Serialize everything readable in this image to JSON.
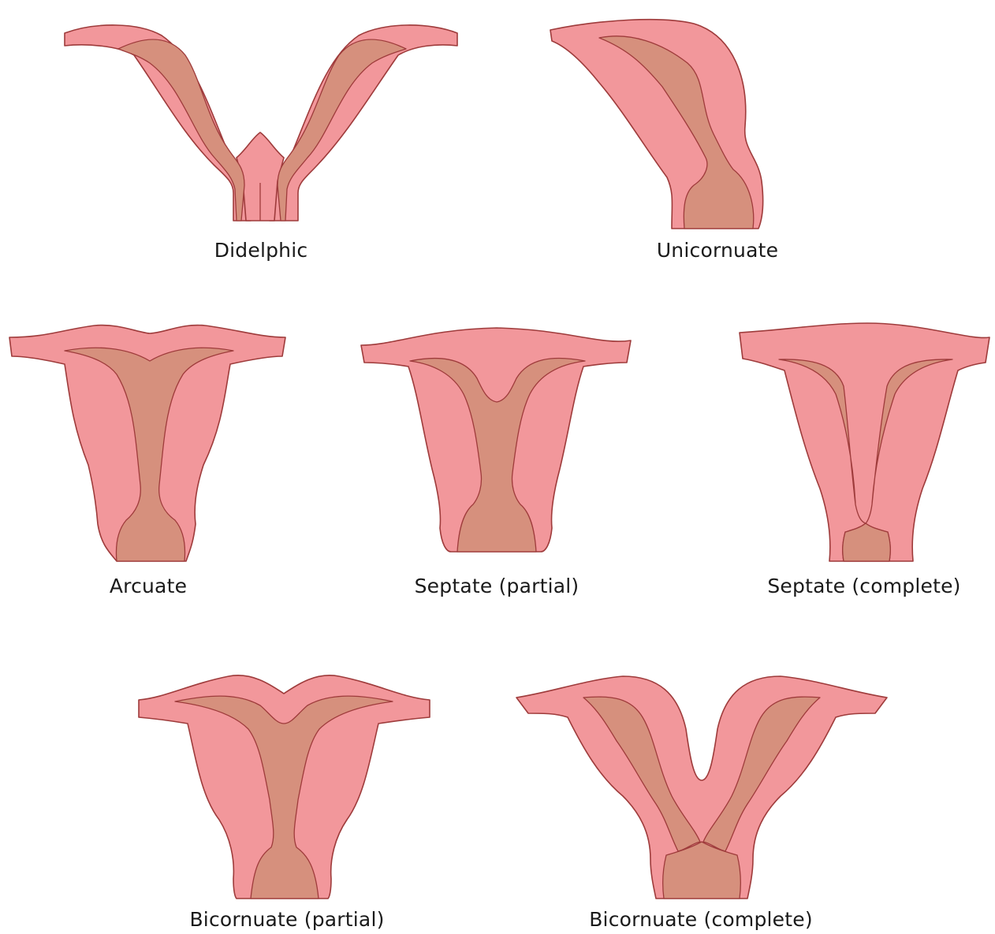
{
  "colors": {
    "wall": "#f2979b",
    "cavity": "#d6907d",
    "outline": "#9e3b3b",
    "background": "#ffffff"
  },
  "figures": [
    {
      "id": "didelphic",
      "label": "Didelphic"
    },
    {
      "id": "unicornuate",
      "label": "Unicornuate"
    },
    {
      "id": "arcuate",
      "label": "Arcuate"
    },
    {
      "id": "septate-partial",
      "label": "Septate (partial)"
    },
    {
      "id": "septate-complete",
      "label": "Septate (complete)"
    },
    {
      "id": "bicornuate-partial",
      "label": "Bicornuate (partial)"
    },
    {
      "id": "bicornuate-complete",
      "label": "Bicornuate (complete)"
    }
  ]
}
